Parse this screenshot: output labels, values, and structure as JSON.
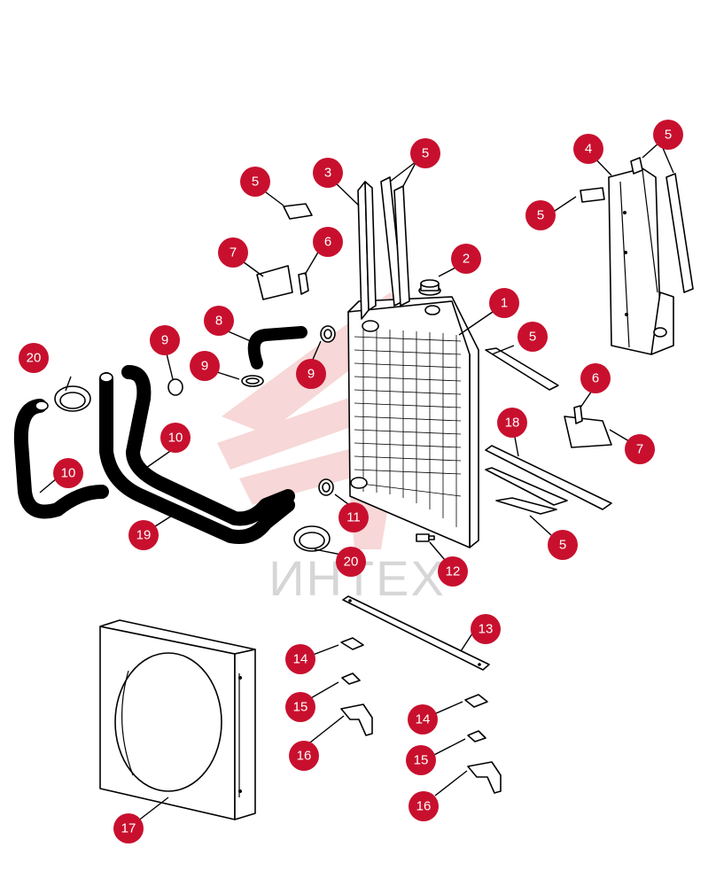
{
  "watermark": {
    "text": "ИНТЕХ",
    "color": "#b0b0b0",
    "logo_color": "#f2b8b8"
  },
  "colors": {
    "callout": "#c8102e",
    "callout_text": "#ffffff",
    "line": "#000000"
  },
  "callouts": [
    "1",
    "2",
    "3",
    "4",
    "5",
    "6",
    "7",
    "8",
    "9",
    "10",
    "11",
    "12",
    "13",
    "14",
    "15",
    "16",
    "17",
    "18",
    "19",
    "20"
  ],
  "parts": [
    "radiator-core",
    "radiator-cap",
    "side-support-left",
    "side-support-right",
    "spacer-block",
    "mounting-bracket-small",
    "mounting-bracket",
    "upper-hose-elbow",
    "hose-clamp",
    "lower-hose",
    "drain-clamp",
    "drain-cock",
    "tie-rod",
    "washer-pad",
    "washer",
    "support-angle-bracket",
    "fan-shroud",
    "bottom-channel",
    "bypass-hose",
    "band-clamp"
  ]
}
